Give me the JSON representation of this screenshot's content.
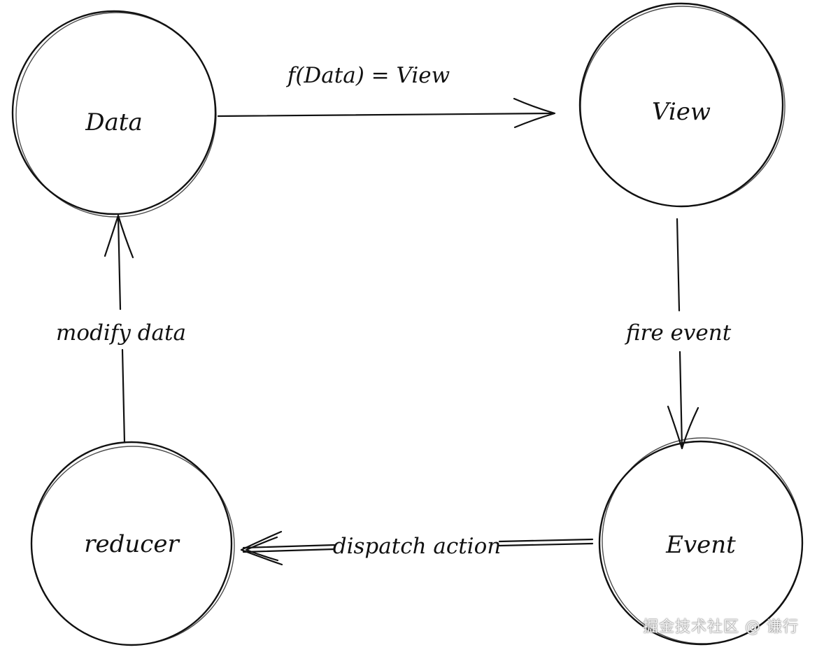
{
  "nodes": {
    "data": "Data",
    "view": "View",
    "event": "Event",
    "reducer": "reducer"
  },
  "edges": {
    "data_to_view": "f(Data) = View",
    "view_to_event": "fire event",
    "event_to_reducer": "dispatch action",
    "reducer_to_data": "modify data"
  },
  "watermark": "掘金技术社区 @ 谦行",
  "colors": {
    "stroke": "#111111",
    "background": "#ffffff"
  }
}
